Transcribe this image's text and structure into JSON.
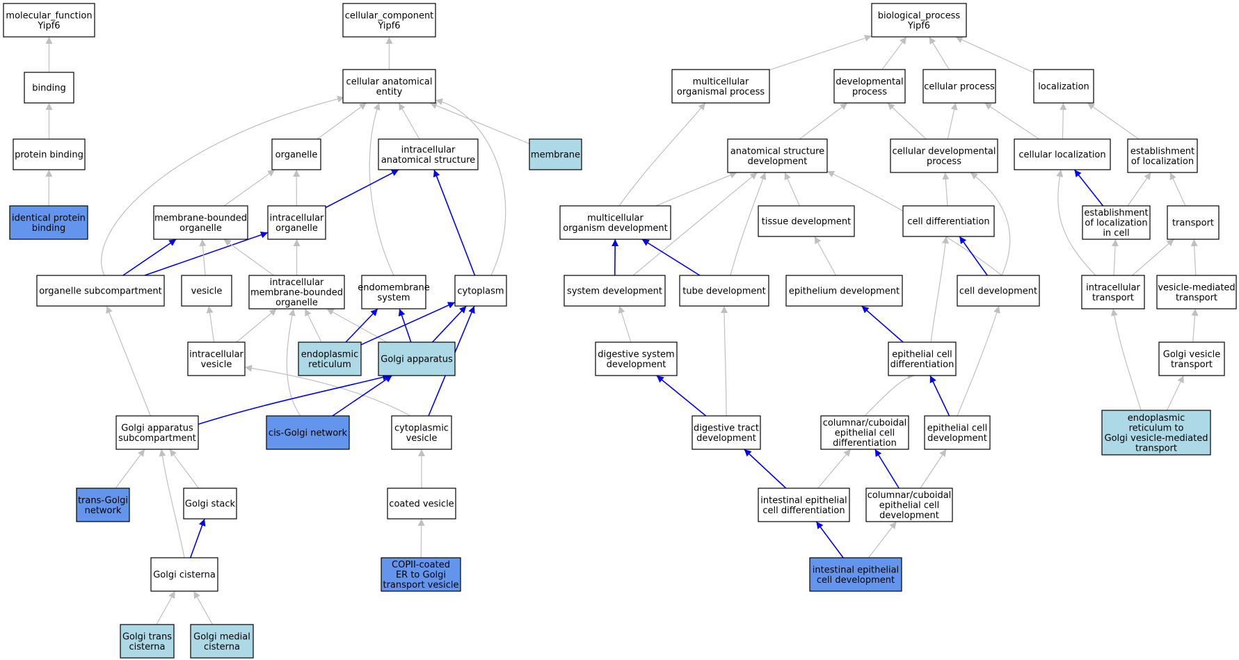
{
  "colors": {
    "node_default": "#ffffff",
    "node_highlight": "#add8e6",
    "node_annotated": "#6495ed",
    "edge_is_a": "#c0c0c0",
    "edge_part_of": "#0000ff",
    "border": "#000000"
  },
  "nodes": [
    {
      "id": "mf",
      "lines": [
        "molecular_function",
        "Yipf6"
      ],
      "style": "default"
    },
    {
      "id": "binding",
      "lines": [
        "binding"
      ],
      "style": "default"
    },
    {
      "id": "protein_binding",
      "lines": [
        "protein binding"
      ],
      "style": "default"
    },
    {
      "id": "identical_protein_binding",
      "lines": [
        "identical protein",
        "binding"
      ],
      "style": "annotated"
    },
    {
      "id": "cc",
      "lines": [
        "cellular_component",
        "Yipf6"
      ],
      "style": "default"
    },
    {
      "id": "cae",
      "lines": [
        "cellular anatomical",
        "entity"
      ],
      "style": "default"
    },
    {
      "id": "organelle",
      "lines": [
        "organelle"
      ],
      "style": "default"
    },
    {
      "id": "ias",
      "lines": [
        "intracellular",
        "anatomical structure"
      ],
      "style": "default"
    },
    {
      "id": "membrane",
      "lines": [
        "membrane"
      ],
      "style": "highlight"
    },
    {
      "id": "mbo",
      "lines": [
        "membrane-bounded",
        "organelle"
      ],
      "style": "default"
    },
    {
      "id": "io",
      "lines": [
        "intracellular",
        "organelle"
      ],
      "style": "default"
    },
    {
      "id": "osc",
      "lines": [
        "organelle subcompartment"
      ],
      "style": "default"
    },
    {
      "id": "vesicle",
      "lines": [
        "vesicle"
      ],
      "style": "default"
    },
    {
      "id": "imbo",
      "lines": [
        "intracellular",
        "membrane-bounded",
        "organelle"
      ],
      "style": "default"
    },
    {
      "id": "endomembrane",
      "lines": [
        "endomembrane",
        "system"
      ],
      "style": "default"
    },
    {
      "id": "cytoplasm",
      "lines": [
        "cytoplasm"
      ],
      "style": "default"
    },
    {
      "id": "ivesicle",
      "lines": [
        "intracellular",
        "vesicle"
      ],
      "style": "default"
    },
    {
      "id": "er",
      "lines": [
        "endoplasmic",
        "reticulum"
      ],
      "style": "highlight"
    },
    {
      "id": "golgi",
      "lines": [
        "Golgi apparatus"
      ],
      "style": "highlight"
    },
    {
      "id": "gasc",
      "lines": [
        "Golgi apparatus",
        "subcompartment"
      ],
      "style": "default"
    },
    {
      "id": "cisgolgi",
      "lines": [
        "cis-Golgi network"
      ],
      "style": "annotated"
    },
    {
      "id": "cvesicle",
      "lines": [
        "cytoplasmic",
        "vesicle"
      ],
      "style": "default"
    },
    {
      "id": "transgolgi",
      "lines": [
        "trans-Golgi",
        "network"
      ],
      "style": "annotated"
    },
    {
      "id": "gstack",
      "lines": [
        "Golgi stack"
      ],
      "style": "default"
    },
    {
      "id": "coated",
      "lines": [
        "coated vesicle"
      ],
      "style": "default"
    },
    {
      "id": "gcisterna",
      "lines": [
        "Golgi cisterna"
      ],
      "style": "default"
    },
    {
      "id": "copii",
      "lines": [
        "COPII-coated",
        "ER to Golgi",
        "transport vesicle"
      ],
      "style": "annotated"
    },
    {
      "id": "gtrans",
      "lines": [
        "Golgi trans",
        "cisterna"
      ],
      "style": "highlight"
    },
    {
      "id": "gmedial",
      "lines": [
        "Golgi medial",
        "cisterna"
      ],
      "style": "highlight"
    },
    {
      "id": "bp",
      "lines": [
        "biological_process",
        "Yipf6"
      ],
      "style": "default"
    },
    {
      "id": "mop",
      "lines": [
        "multicellular",
        "organismal process"
      ],
      "style": "default"
    },
    {
      "id": "devproc",
      "lines": [
        "developmental",
        "process"
      ],
      "style": "default"
    },
    {
      "id": "cellproc",
      "lines": [
        "cellular process"
      ],
      "style": "default"
    },
    {
      "id": "localization",
      "lines": [
        "localization"
      ],
      "style": "default"
    },
    {
      "id": "asd",
      "lines": [
        "anatomical structure",
        "development"
      ],
      "style": "default"
    },
    {
      "id": "cdp",
      "lines": [
        "cellular developmental",
        "process"
      ],
      "style": "default"
    },
    {
      "id": "cloc",
      "lines": [
        "cellular localization"
      ],
      "style": "default"
    },
    {
      "id": "estloc",
      "lines": [
        "establishment",
        "of localization"
      ],
      "style": "default"
    },
    {
      "id": "mod",
      "lines": [
        "multicellular",
        "organism development"
      ],
      "style": "default"
    },
    {
      "id": "tissuedev",
      "lines": [
        "tissue development"
      ],
      "style": "default"
    },
    {
      "id": "celldiff",
      "lines": [
        "cell differentiation"
      ],
      "style": "default"
    },
    {
      "id": "estlocincell",
      "lines": [
        "establishment",
        "of localization",
        "in cell"
      ],
      "style": "default"
    },
    {
      "id": "transport",
      "lines": [
        "transport"
      ],
      "style": "default"
    },
    {
      "id": "sysdev",
      "lines": [
        "system development"
      ],
      "style": "default"
    },
    {
      "id": "tubedev",
      "lines": [
        "tube development"
      ],
      "style": "default"
    },
    {
      "id": "epidev",
      "lines": [
        "epithelium development"
      ],
      "style": "default"
    },
    {
      "id": "celldev",
      "lines": [
        "cell development"
      ],
      "style": "default"
    },
    {
      "id": "itransport",
      "lines": [
        "intracellular",
        "transport"
      ],
      "style": "default"
    },
    {
      "id": "vmt",
      "lines": [
        "vesicle-mediated",
        "transport"
      ],
      "style": "default"
    },
    {
      "id": "digsysdev",
      "lines": [
        "digestive system",
        "development"
      ],
      "style": "default"
    },
    {
      "id": "epicelldiff",
      "lines": [
        "epithelial cell",
        "differentiation"
      ],
      "style": "default"
    },
    {
      "id": "gvt",
      "lines": [
        "Golgi vesicle",
        "transport"
      ],
      "style": "default"
    },
    {
      "id": "digtract",
      "lines": [
        "digestive tract",
        "development"
      ],
      "style": "default"
    },
    {
      "id": "ccecd",
      "lines": [
        "columnar/cuboidal",
        "epithelial cell",
        "differentiation"
      ],
      "style": "default"
    },
    {
      "id": "epicelldev",
      "lines": [
        "epithelial cell",
        "development"
      ],
      "style": "default"
    },
    {
      "id": "ergolgi",
      "lines": [
        "endoplasmic",
        "reticulum to",
        "Golgi vesicle-mediated",
        "transport"
      ],
      "style": "highlight"
    },
    {
      "id": "iecd",
      "lines": [
        "intestinal epithelial",
        "cell differentiation"
      ],
      "style": "default"
    },
    {
      "id": "ccecdev",
      "lines": [
        "columnar/cuboidal",
        "epithelial cell",
        "development"
      ],
      "style": "default"
    },
    {
      "id": "iecdev",
      "lines": [
        "intestinal epithelial",
        "cell development"
      ],
      "style": "annotated"
    }
  ],
  "edges": [
    {
      "from": "binding",
      "to": "mf",
      "type": "is_a"
    },
    {
      "from": "protein_binding",
      "to": "binding",
      "type": "is_a"
    },
    {
      "from": "identical_protein_binding",
      "to": "protein_binding",
      "type": "is_a"
    },
    {
      "from": "cae",
      "to": "cc",
      "type": "is_a"
    },
    {
      "from": "organelle",
      "to": "cae",
      "type": "is_a"
    },
    {
      "from": "ias",
      "to": "cae",
      "type": "is_a"
    },
    {
      "from": "membrane",
      "to": "cae",
      "type": "is_a"
    },
    {
      "from": "osc",
      "to": "cae",
      "type": "is_a"
    },
    {
      "from": "endomembrane",
      "to": "cae",
      "type": "is_a"
    },
    {
      "from": "cytoplasm",
      "to": "cae",
      "type": "is_a"
    },
    {
      "from": "mbo",
      "to": "organelle",
      "type": "is_a"
    },
    {
      "from": "io",
      "to": "organelle",
      "type": "is_a"
    },
    {
      "from": "io",
      "to": "ias",
      "type": "part_of"
    },
    {
      "from": "cytoplasm",
      "to": "ias",
      "type": "part_of"
    },
    {
      "from": "osc",
      "to": "mbo",
      "type": "part_of"
    },
    {
      "from": "osc",
      "to": "io",
      "type": "part_of"
    },
    {
      "from": "vesicle",
      "to": "mbo",
      "type": "is_a"
    },
    {
      "from": "imbo",
      "to": "mbo",
      "type": "is_a"
    },
    {
      "from": "imbo",
      "to": "io",
      "type": "is_a"
    },
    {
      "from": "ivesicle",
      "to": "vesicle",
      "type": "is_a"
    },
    {
      "from": "ivesicle",
      "to": "imbo",
      "type": "is_a"
    },
    {
      "from": "er",
      "to": "imbo",
      "type": "is_a"
    },
    {
      "from": "golgi",
      "to": "imbo",
      "type": "is_a"
    },
    {
      "from": "cisgolgi",
      "to": "imbo",
      "type": "is_a"
    },
    {
      "from": "er",
      "to": "endomembrane",
      "type": "part_of"
    },
    {
      "from": "er",
      "to": "cytoplasm",
      "type": "part_of"
    },
    {
      "from": "golgi",
      "to": "endomembrane",
      "type": "part_of"
    },
    {
      "from": "golgi",
      "to": "cytoplasm",
      "type": "part_of"
    },
    {
      "from": "cvesicle",
      "to": "cytoplasm",
      "type": "part_of"
    },
    {
      "from": "cvesicle",
      "to": "ivesicle",
      "type": "is_a"
    },
    {
      "from": "gasc",
      "to": "osc",
      "type": "is_a"
    },
    {
      "from": "gasc",
      "to": "golgi",
      "type": "part_of"
    },
    {
      "from": "cisgolgi",
      "to": "golgi",
      "type": "part_of"
    },
    {
      "from": "transgolgi",
      "to": "gasc",
      "type": "is_a"
    },
    {
      "from": "gstack",
      "to": "gasc",
      "type": "is_a"
    },
    {
      "from": "gcisterna",
      "to": "gasc",
      "type": "is_a"
    },
    {
      "from": "gcisterna",
      "to": "gstack",
      "type": "part_of"
    },
    {
      "from": "coated",
      "to": "cvesicle",
      "type": "is_a"
    },
    {
      "from": "copii",
      "to": "coated",
      "type": "is_a"
    },
    {
      "from": "gtrans",
      "to": "gcisterna",
      "type": "is_a"
    },
    {
      "from": "gmedial",
      "to": "gcisterna",
      "type": "is_a"
    },
    {
      "from": "mop",
      "to": "bp",
      "type": "is_a"
    },
    {
      "from": "devproc",
      "to": "bp",
      "type": "is_a"
    },
    {
      "from": "cellproc",
      "to": "bp",
      "type": "is_a"
    },
    {
      "from": "localization",
      "to": "bp",
      "type": "is_a"
    },
    {
      "from": "asd",
      "to": "devproc",
      "type": "is_a"
    },
    {
      "from": "cdp",
      "to": "devproc",
      "type": "is_a"
    },
    {
      "from": "cdp",
      "to": "cellproc",
      "type": "is_a"
    },
    {
      "from": "cloc",
      "to": "cellproc",
      "type": "is_a"
    },
    {
      "from": "cloc",
      "to": "localization",
      "type": "is_a"
    },
    {
      "from": "estloc",
      "to": "localization",
      "type": "is_a"
    },
    {
      "from": "mod",
      "to": "mop",
      "type": "is_a"
    },
    {
      "from": "mod",
      "to": "asd",
      "type": "is_a"
    },
    {
      "from": "tissuedev",
      "to": "asd",
      "type": "is_a"
    },
    {
      "from": "sysdev",
      "to": "asd",
      "type": "is_a"
    },
    {
      "from": "tubedev",
      "to": "asd",
      "type": "is_a"
    },
    {
      "from": "celldev",
      "to": "asd",
      "type": "is_a"
    },
    {
      "from": "celldiff",
      "to": "cdp",
      "type": "is_a"
    },
    {
      "from": "celldev",
      "to": "cdp",
      "type": "is_a"
    },
    {
      "from": "estlocincell",
      "to": "cloc",
      "type": "part_of"
    },
    {
      "from": "estlocincell",
      "to": "estloc",
      "type": "is_a"
    },
    {
      "from": "transport",
      "to": "estloc",
      "type": "is_a"
    },
    {
      "from": "sysdev",
      "to": "mod",
      "type": "part_of"
    },
    {
      "from": "tubedev",
      "to": "mod",
      "type": "part_of"
    },
    {
      "from": "epidev",
      "to": "tissuedev",
      "type": "is_a"
    },
    {
      "from": "celldev",
      "to": "celldiff",
      "type": "part_of"
    },
    {
      "from": "itransport",
      "to": "cloc",
      "type": "is_a"
    },
    {
      "from": "itransport",
      "to": "estlocincell",
      "type": "is_a"
    },
    {
      "from": "itransport",
      "to": "transport",
      "type": "is_a"
    },
    {
      "from": "vmt",
      "to": "transport",
      "type": "is_a"
    },
    {
      "from": "digsysdev",
      "to": "sysdev",
      "type": "is_a"
    },
    {
      "from": "epicelldiff",
      "to": "epidev",
      "type": "part_of"
    },
    {
      "from": "epicelldiff",
      "to": "celldiff",
      "type": "is_a"
    },
    {
      "from": "gvt",
      "to": "vmt",
      "type": "is_a"
    },
    {
      "from": "digtract",
      "to": "digsysdev",
      "type": "part_of"
    },
    {
      "from": "digtract",
      "to": "tubedev",
      "type": "is_a"
    },
    {
      "from": "ccecd",
      "to": "epicelldiff",
      "type": "is_a"
    },
    {
      "from": "epicelldev",
      "to": "epicelldiff",
      "type": "part_of"
    },
    {
      "from": "epicelldev",
      "to": "celldev",
      "type": "is_a"
    },
    {
      "from": "ergolgi",
      "to": "itransport",
      "type": "is_a"
    },
    {
      "from": "ergolgi",
      "to": "gvt",
      "type": "is_a"
    },
    {
      "from": "iecd",
      "to": "digtract",
      "type": "part_of"
    },
    {
      "from": "iecd",
      "to": "ccecd",
      "type": "is_a"
    },
    {
      "from": "ccecdev",
      "to": "ccecd",
      "type": "part_of"
    },
    {
      "from": "ccecdev",
      "to": "epicelldev",
      "type": "is_a"
    },
    {
      "from": "iecdev",
      "to": "iecd",
      "type": "part_of"
    },
    {
      "from": "iecdev",
      "to": "ccecdev",
      "type": "is_a"
    }
  ]
}
